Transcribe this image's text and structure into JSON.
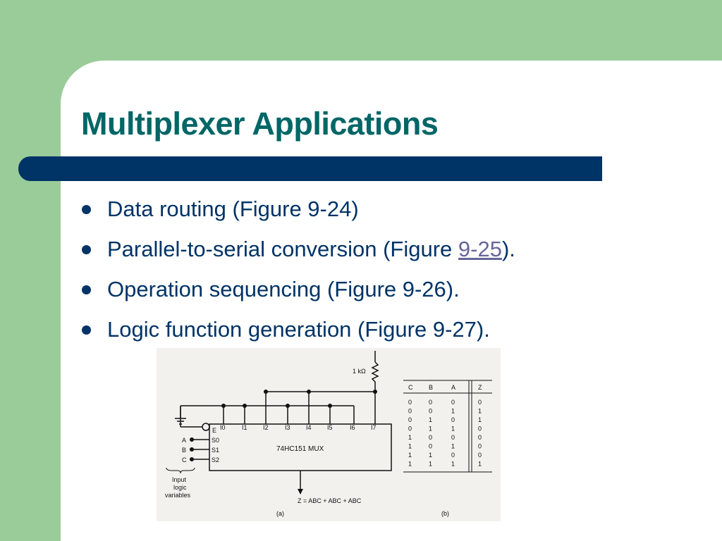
{
  "slide": {
    "title": "Multiplexer Applications",
    "bullets": [
      {
        "before": "Data routing  (Figure 9-24)",
        "link": "",
        "after": ""
      },
      {
        "before": "Parallel-to-serial conversion (Figure ",
        "link": "9-25",
        "after": ")."
      },
      {
        "before": "Operation sequencing (Figure 9-26).",
        "link": "",
        "after": ""
      },
      {
        "before": "Logic function generation (Figure 9-27).",
        "link": "",
        "after": ""
      }
    ]
  },
  "figure": {
    "resistor_label": "1 kΩ",
    "enable_label": "E",
    "inputs": [
      "I0",
      "I1",
      "I2",
      "I3",
      "I4",
      "I5",
      "I6",
      "I7"
    ],
    "select_pins": [
      "S0",
      "S1",
      "S2"
    ],
    "input_names": [
      "A",
      "B",
      "C"
    ],
    "chip_label": "74HC151 MUX",
    "input_caption": [
      "Input",
      "logic",
      "variables"
    ],
    "output_expression": "Z = ABC + ABC + ABC",
    "caption_a": "(a)",
    "caption_b": "(b)",
    "truth_table": {
      "headers": [
        "C",
        "B",
        "A",
        "Z"
      ],
      "rows": [
        [
          "0",
          "0",
          "0",
          "0"
        ],
        [
          "0",
          "0",
          "1",
          "1"
        ],
        [
          "0",
          "1",
          "0",
          "1"
        ],
        [
          "0",
          "1",
          "1",
          "0"
        ],
        [
          "1",
          "0",
          "0",
          "0"
        ],
        [
          "1",
          "0",
          "1",
          "0"
        ],
        [
          "1",
          "1",
          "0",
          "0"
        ],
        [
          "1",
          "1",
          "1",
          "1"
        ]
      ]
    }
  }
}
